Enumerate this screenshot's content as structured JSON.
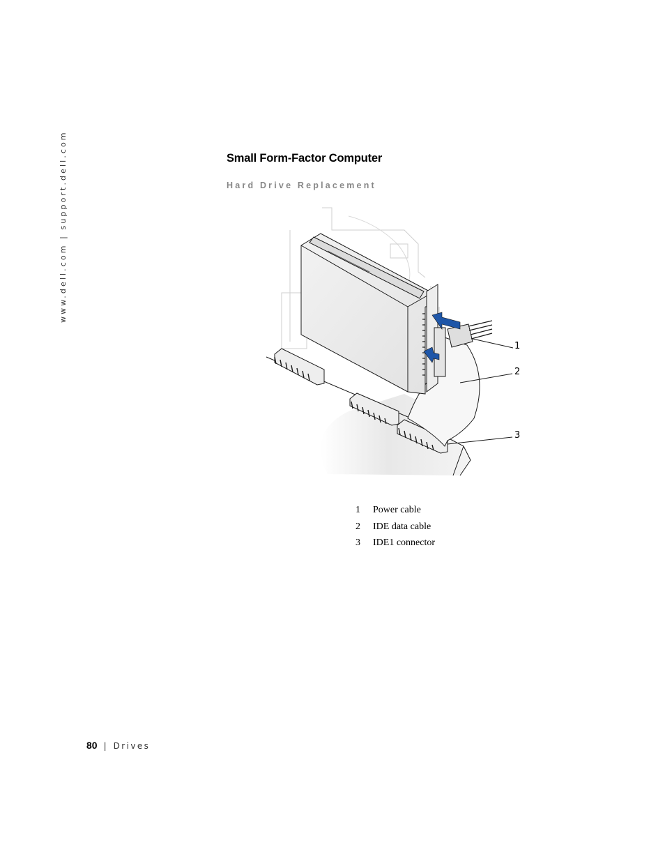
{
  "sidebar": {
    "url_text": "www.dell.com | support.dell.com"
  },
  "section": {
    "title": "Small Form-Factor Computer",
    "subtitle": "Hard Drive Replacement"
  },
  "figure": {
    "callouts": [
      "1",
      "2",
      "3"
    ],
    "colors": {
      "arrow": "#1e56a8",
      "line": "#1a1a1a",
      "fill": "#f2f2f2"
    }
  },
  "legend": [
    {
      "number": "1",
      "label": "Power cable"
    },
    {
      "number": "2",
      "label": "IDE data cable"
    },
    {
      "number": "3",
      "label": "IDE1 connector"
    }
  ],
  "footer": {
    "page_number": "80",
    "separator": "|",
    "section_name": "Drives"
  }
}
